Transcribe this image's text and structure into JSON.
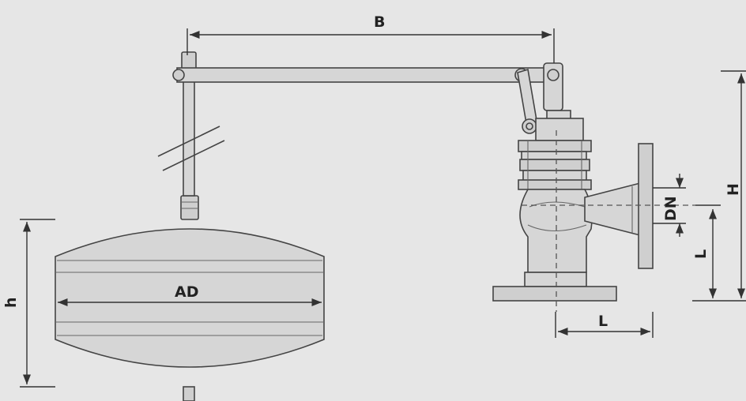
{
  "labels": {
    "b": "B",
    "ad": "AD",
    "h_small": "h",
    "h_large": "H",
    "dn": "DN",
    "l_vertical": "L",
    "l_horizontal": "L"
  }
}
